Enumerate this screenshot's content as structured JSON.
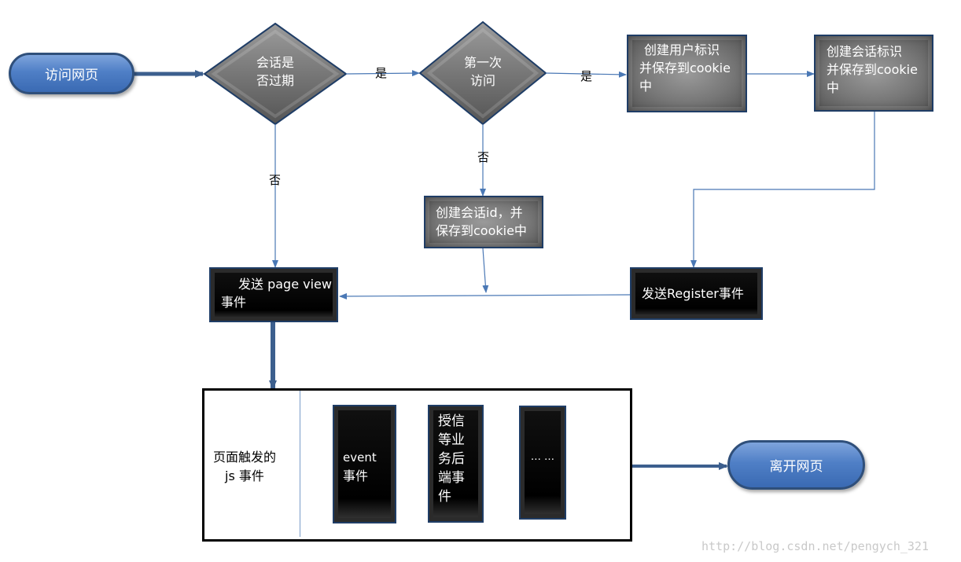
{
  "nodes": {
    "visit": "访问网页",
    "session_expired": [
      "会话是",
      "否过期"
    ],
    "first_visit": [
      "第一次",
      "访问"
    ],
    "create_user_id": [
      "创建用户标识",
      "并保存到cookie",
      "中"
    ],
    "create_session_id": [
      "创建会话标识",
      "并保存到cookie",
      "中"
    ],
    "create_session_id2": [
      "创建会话id，并",
      "保存到cookie中"
    ],
    "send_pageview": [
      "发送 page view",
      "事件"
    ],
    "send_register": "发送Register事件",
    "js_events": [
      "页面触发的",
      "js 事件"
    ],
    "event": [
      "event",
      "事件"
    ],
    "auth": [
      "授信",
      "等业",
      "务后",
      "端事",
      "件"
    ],
    "ellipsis": "… …",
    "leave": "离开网页"
  },
  "edges": {
    "yes1": "是",
    "yes2": "是",
    "no1": "否",
    "no2": "否"
  },
  "colors": {
    "pill": "#4f7fc6",
    "wire": "#4a78b5",
    "wire_thick": "#3c5f8e"
  },
  "watermark": "http://blog.csdn.net/pengych_321"
}
